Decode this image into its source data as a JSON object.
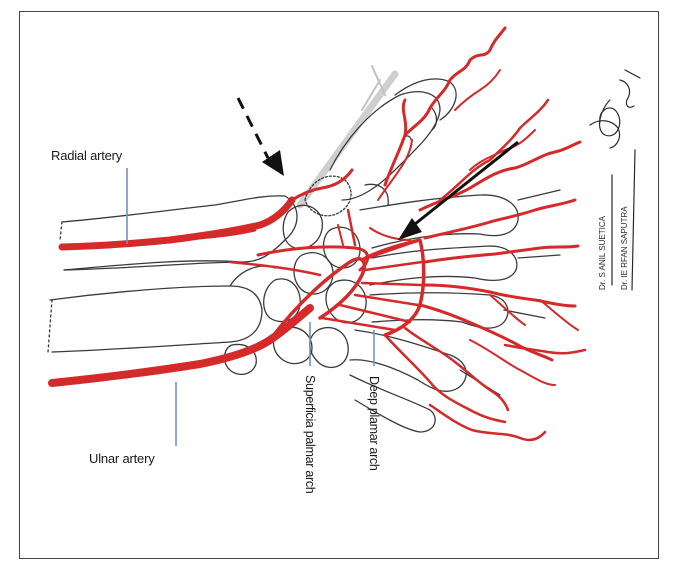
{
  "labels": {
    "radial_artery": "Radial artery",
    "ulnar_artery": "Ulnar artery",
    "superficial_arch": "Superficia palmar arch",
    "deep_arch": "Deep plamar arch"
  },
  "signature": {
    "line1": "Dr. S ANIL SUETICA",
    "line2": "Dr. IE RFAN SAPUTRA"
  },
  "colors": {
    "artery": "#d42a2a",
    "bone_outline": "#3a3a3a",
    "leader_line": "#6f93c8",
    "arrow": "#111111",
    "needle": "#b9b9b9"
  }
}
